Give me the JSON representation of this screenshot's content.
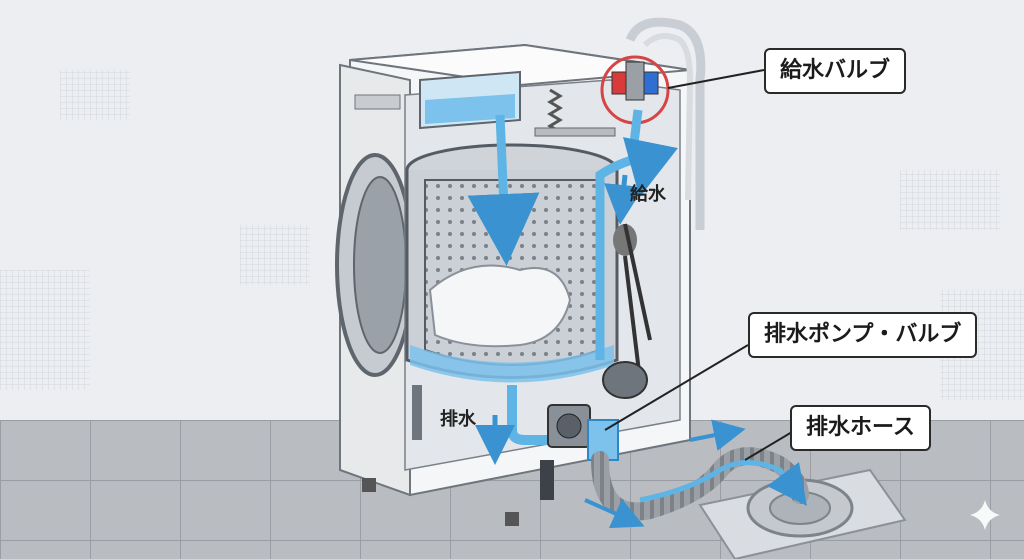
{
  "labels": {
    "inlet_valve": "給水バルブ",
    "drain_pump_valve": "排水ポンプ・バルブ",
    "drain_hose": "排水ホース",
    "water_supply": "給水",
    "drainage": "排水"
  },
  "colors": {
    "water": "#5fb4e6",
    "water_dark": "#2f86c4",
    "valve_red": "#d93a3a",
    "valve_blue": "#2f6fd1",
    "highlight_circle": "#d64545"
  }
}
